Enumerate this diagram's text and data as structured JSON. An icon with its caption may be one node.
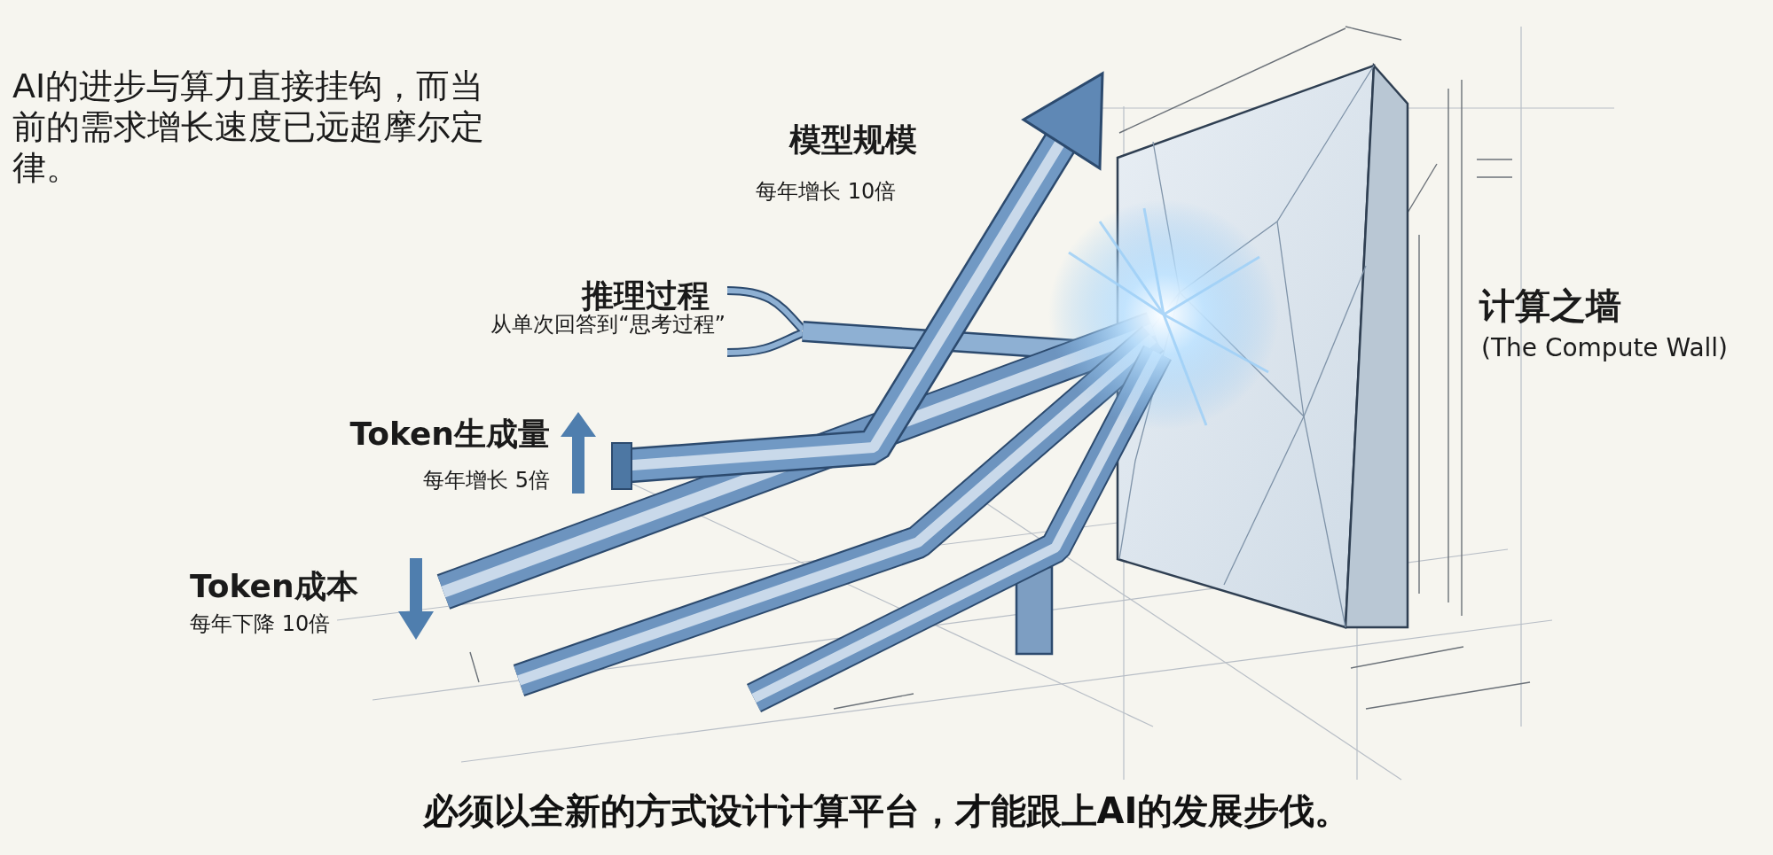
{
  "diagram": {
    "title": "AI的进步与算力直接挂钩，而当前的需求增长速度已远超摩尔定律。",
    "caption": "必须以全新的方式设计计算平台，才能跟上AI的发展步伐。",
    "labels": [
      "模型规模",
      "每年增长 10倍",
      "推理过程",
      "从单次回答到“思考过程”",
      "计算之墙",
      "(The Compute Wall)",
      "Token生成量",
      "每年增长 5倍",
      "Token成本",
      "每年下降 10倍"
    ]
  }
}
